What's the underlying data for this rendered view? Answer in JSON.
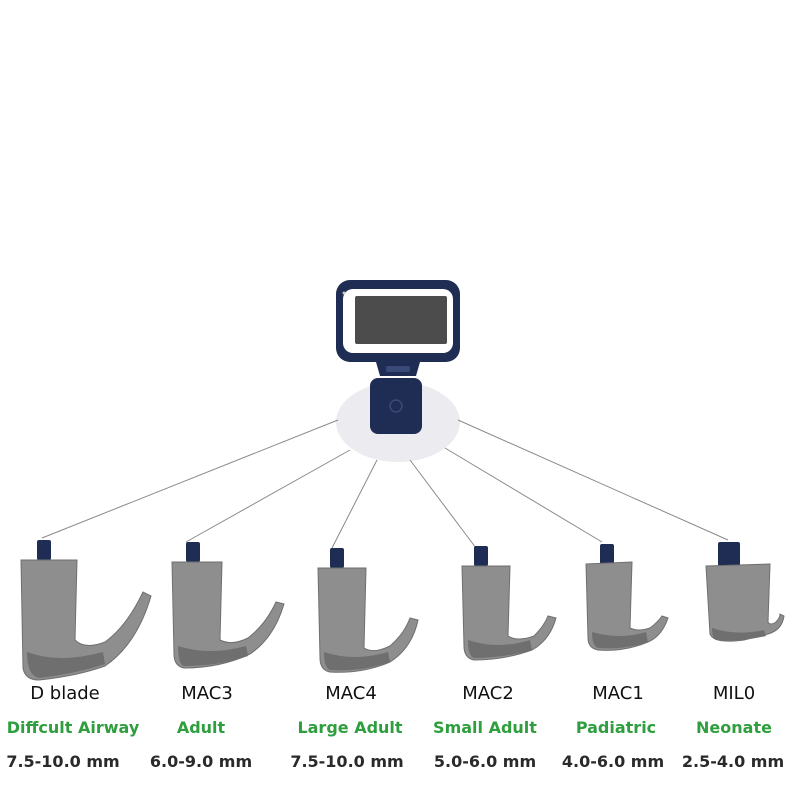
{
  "colors": {
    "blade_body": "#8e8e8e",
    "blade_shadow": "#6f6f6f",
    "navy": "#1f2d54",
    "use_text": "#2e9e3e",
    "size_text": "#2a2a2a",
    "connector": "#8a8a8a"
  },
  "blades": [
    {
      "name": "D blade",
      "use": "Diffcult Airway",
      "size": "7.5-10.0 mm"
    },
    {
      "name": "MAC3",
      "use": "Adult",
      "size": "6.0-9.0 mm"
    },
    {
      "name": "MAC4",
      "use": "Large Adult",
      "size": "7.5-10.0 mm"
    },
    {
      "name": "MAC2",
      "use": "Small Adult",
      "size": "5.0-6.0 mm"
    },
    {
      "name": "MAC1",
      "use": "Padiatric",
      "size": "4.0-6.0 mm"
    },
    {
      "name": "MIL0",
      "use": "Neonate",
      "size": "2.5-4.0 mm"
    }
  ]
}
